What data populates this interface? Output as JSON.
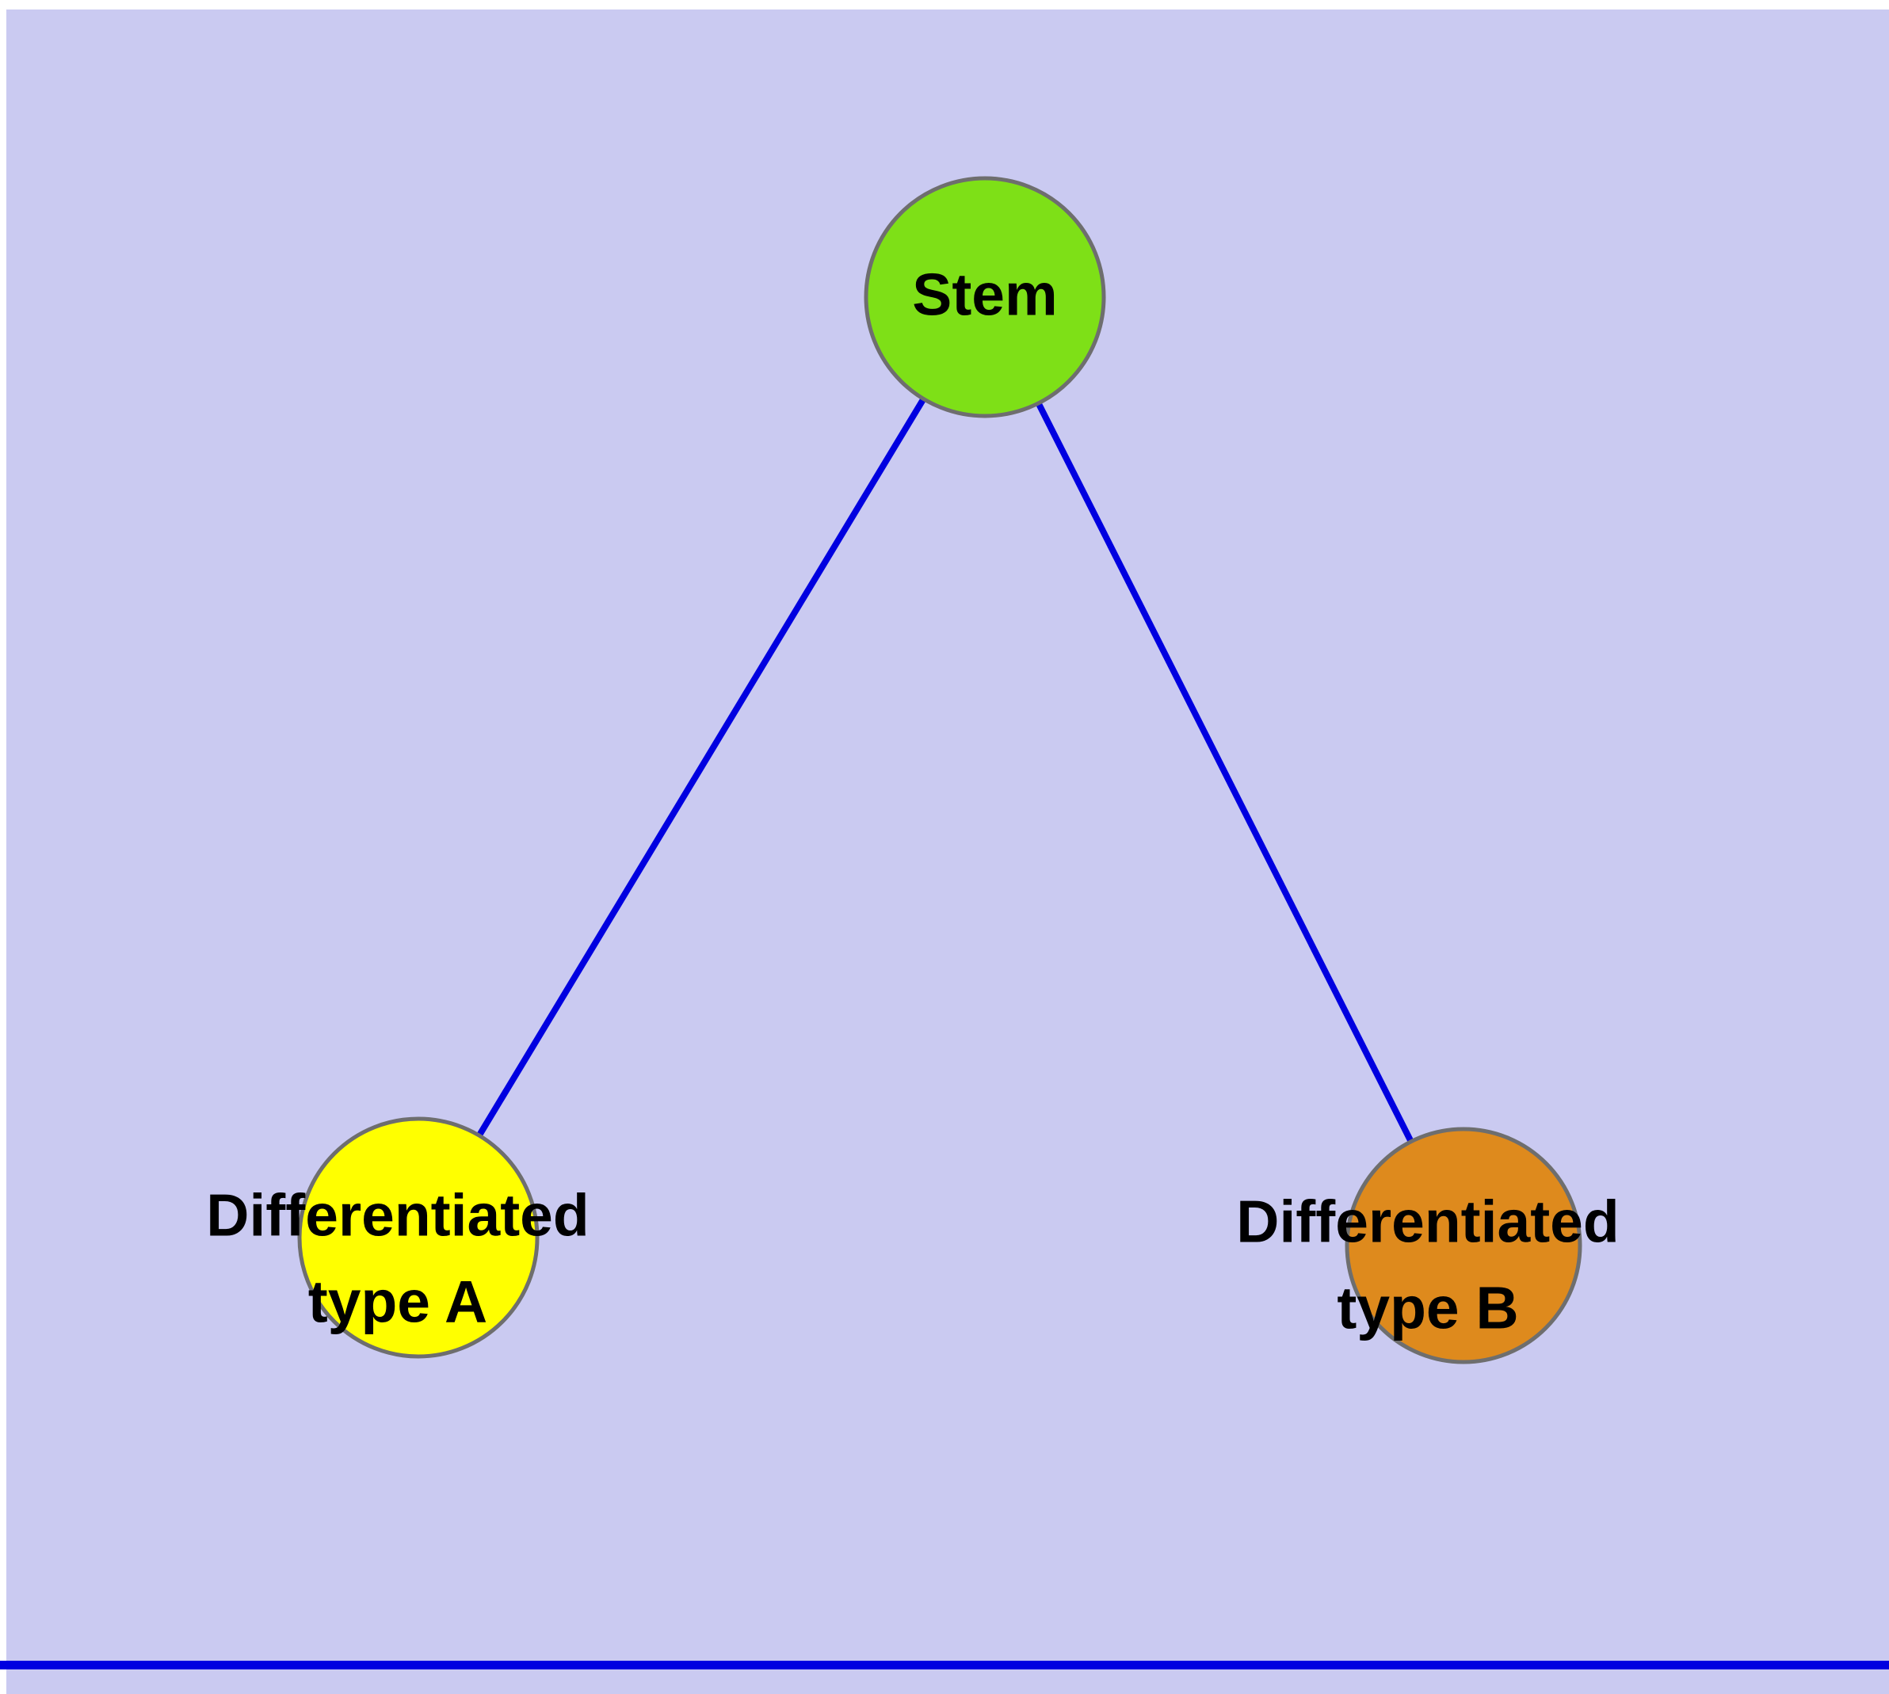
{
  "diagram": {
    "title": "",
    "background_color": "#cacaf1",
    "edge_color": "#0000e0",
    "bottom_line_color": "#0000e0",
    "node_border_color": "#6e6e6e",
    "nodes": [
      {
        "id": "stem",
        "label": "Stem",
        "color": "#7ee017"
      },
      {
        "id": "differentiated-type-a",
        "label": "Differentiated\ntype A",
        "color": "#ffff00"
      },
      {
        "id": "differentiated-type-b",
        "label": "Differentiated\ntype B",
        "color": "#de8a1d"
      }
    ],
    "edges": [
      {
        "from": "stem",
        "to": "differentiated-type-a"
      },
      {
        "from": "stem",
        "to": "differentiated-type-b"
      }
    ]
  }
}
